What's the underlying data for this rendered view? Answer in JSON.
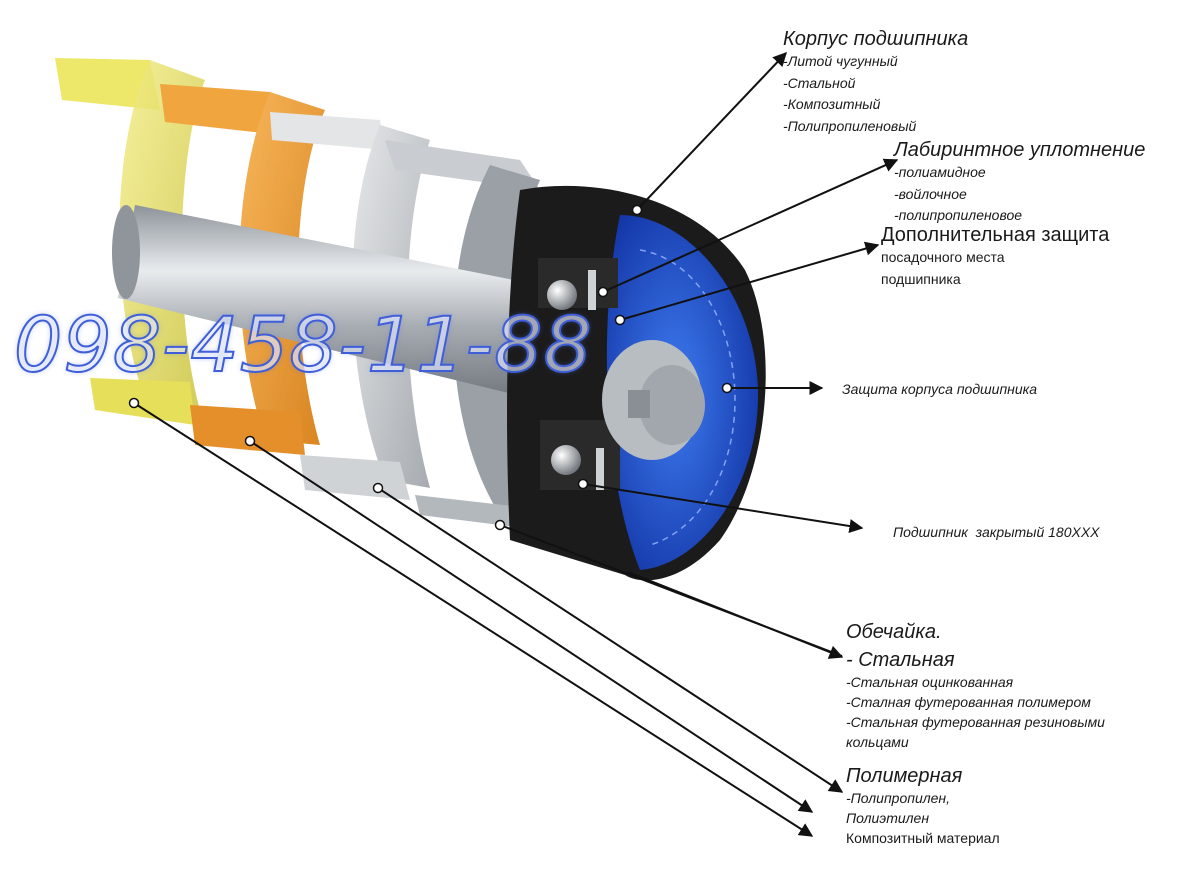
{
  "labels": {
    "housing": {
      "title": "Корпус подшипника",
      "items": [
        "-Литой чугунный",
        "-Стальной",
        "-Композитный",
        "-Полипропиленовый"
      ]
    },
    "labyrinth": {
      "title": "Лабиринтное уплотнение",
      "items": [
        "-полиамидное",
        "-войлочное",
        "-полипропиленовое"
      ]
    },
    "extra": {
      "title": "Дополнительная защита",
      "items": [
        "посадочного места",
        "подшипника"
      ]
    },
    "housing_protection": "Защита корпуса подшипника",
    "bearing": "Подшипник  закрытый 180XXX",
    "shell": {
      "title": "Обечайка.",
      "steel": "- Стальная",
      "items": [
        "-Стальная оцинкованная",
        "-Сталная футерованная полимером",
        "-Стальная футерованная резиновыми",
        "кольцами"
      ]
    },
    "polymer": {
      "title": "Полимерная",
      "items": [
        "-Полипропилен,",
        "Полиэтилен",
        "Композитный материал"
      ]
    }
  },
  "watermark": "098-458-11-88",
  "colors": {
    "cap_blue": "#1f4fc8",
    "yellow": "#e6df5a",
    "orange": "#e99a35",
    "steel": "#b9bec4",
    "watermark": "#3f5fd8"
  }
}
